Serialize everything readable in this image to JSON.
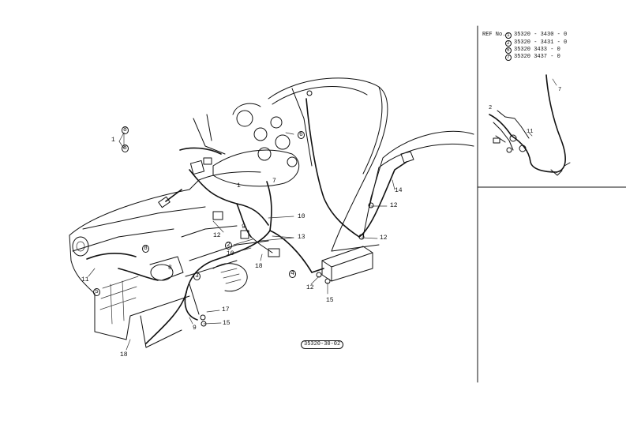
{
  "callouts": {
    "c1": "1",
    "c2": "2",
    "c3": "3",
    "c4": "4",
    "c5": "5",
    "c6": "6",
    "c7": "7",
    "c8a": "8",
    "c8b": "8",
    "c8c": "8",
    "c9": "9",
    "c10a": "10",
    "c10b": "10",
    "c11": "11",
    "c12a": "12",
    "c12b": "12",
    "c12c": "12",
    "c12d": "12",
    "c13": "13",
    "c14": "14",
    "c15a": "15",
    "c15b": "15",
    "c17": "17",
    "c18a": "18",
    "c18b": "18"
  },
  "inset": {
    "ref_header": "REF No.",
    "refs": [
      {
        "mark": "1",
        "code": "35320 - 3430 - 0"
      },
      {
        "mark": "2",
        "code": "35320 - 3431 - 0"
      },
      {
        "mark": "6",
        "code": "35320   3433 - 0"
      },
      {
        "mark": "7",
        "code": "35320   3437 - 0"
      }
    ],
    "c2": "2",
    "c7": "7",
    "c11": "11"
  },
  "drawing_code": "35320-30-02"
}
